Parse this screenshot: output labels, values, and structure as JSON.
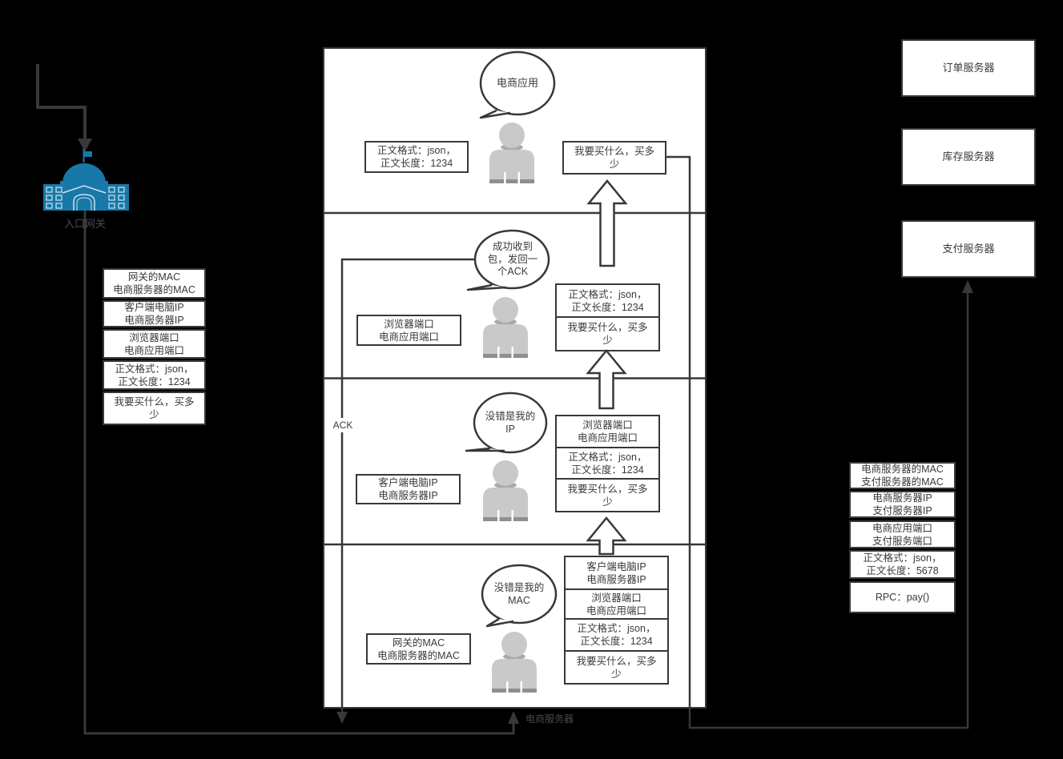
{
  "colors": {
    "background": "#000000",
    "box_border": "#383838",
    "box_fill": "#ffffff",
    "text": "#3a3a3a",
    "outside_label": "#4a4a4a",
    "building_blue": "#1878a8",
    "person_gray": "#c9c9c9"
  },
  "labels": {
    "gateway": "入口网关",
    "ack": "ACK",
    "ecommerce_server": "电商服务器"
  },
  "servers": {
    "order": "订单服务器",
    "inventory": "库存服务器",
    "payment": "支付服务器"
  },
  "sections": [
    {
      "bubble": "电商应用",
      "left_box": "正文格式：json，\n正文长度：1234",
      "stack": [
        "我要买什么，买多\n少"
      ]
    },
    {
      "bubble": "成功收到\n包，发回一\n个ACK",
      "left_box": "浏览器端口\n电商应用端口",
      "stack": [
        "正文格式：json，\n正文长度：1234",
        "我要买什么，买多\n少"
      ]
    },
    {
      "bubble": "没错是我的\nIP",
      "left_box": "客户端电脑IP\n电商服务器IP",
      "stack": [
        "浏览器端口\n电商应用端口",
        "正文格式：json，\n正文长度：1234",
        "我要买什么，买多\n少"
      ]
    },
    {
      "bubble": "没错是我的\nMAC",
      "left_box": "网关的MAC\n电商服务器的MAC",
      "stack": [
        "客户端电脑IP\n电商服务器IP",
        "浏览器端口\n电商应用端口",
        "正文格式：json，\n正文长度：1234",
        "我要买什么，买多\n少"
      ]
    }
  ],
  "gateway_stack": [
    "网关的MAC\n电商服务器的MAC",
    "客户端电脑IP\n电商服务器IP",
    "浏览器端口\n电商应用端口",
    "正文格式：json，\n正文长度：1234",
    "我要买什么，买多\n少"
  ],
  "payment_stack": [
    "电商服务器的MAC\n支付服务器的MAC",
    "电商服务器IP\n支付服务器IP",
    "电商应用端口\n支付服务端口",
    "正文格式：json，\n正文长度：5678",
    "RPC：pay()"
  ]
}
